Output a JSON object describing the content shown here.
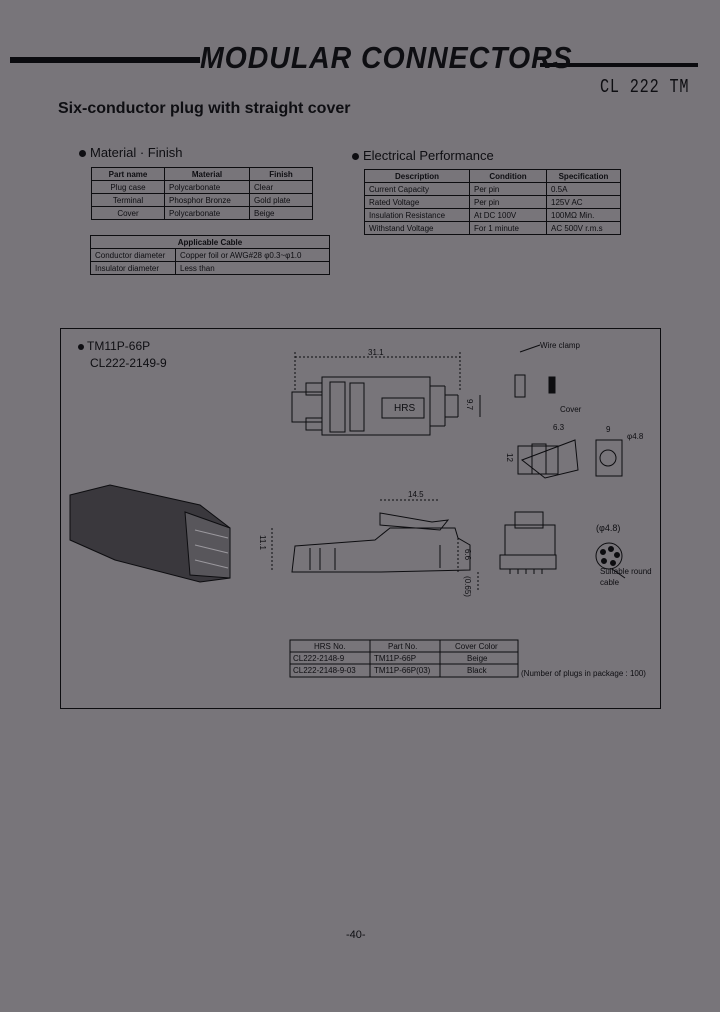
{
  "header": {
    "title": "MODULAR CONNECTORS",
    "series": "CL 222 TM",
    "subtitle": "Six-conductor plug with straight cover"
  },
  "material_finish": {
    "heading": "Material · Finish",
    "columns": [
      "Part name",
      "Material",
      "Finish"
    ],
    "rows": [
      [
        "Plug case",
        "Polycarbonate",
        "Clear"
      ],
      [
        "Terminal",
        "Phosphor Bronze",
        "Gold plate"
      ],
      [
        "Cover",
        "Polycarbonate",
        "Beige"
      ]
    ]
  },
  "applicable_cable": {
    "heading": "Applicable Cable",
    "rows": [
      [
        "Conductor diameter",
        "Copper foil or AWG#28 φ0.3~φ1.0"
      ],
      [
        "Insulator diameter",
        "Less than"
      ]
    ]
  },
  "electrical": {
    "heading": "Electrical Performance",
    "columns": [
      "Description",
      "Condition",
      "Specification"
    ],
    "rows": [
      [
        "Current Capacity",
        "Per pin",
        "0.5A"
      ],
      [
        "Rated Voltage",
        "Per pin",
        "125V AC"
      ],
      [
        "Insulation Resistance",
        "At DC 100V",
        "100MΩ Min."
      ],
      [
        "Withstand Voltage",
        "For 1 minute",
        "AC 500V r.m.s"
      ]
    ]
  },
  "drawing": {
    "part_label": "TM11P-66P",
    "hrs_label": "CL222-2149-9",
    "labels": {
      "wire_clamp": "Wire clamp",
      "cover": "Cover",
      "suitable_cable": "Suitable round cable",
      "phi48": "(φ4.8)",
      "hrs_mark": "HRS"
    },
    "dims": {
      "d311": "31.1",
      "d97": "9.7",
      "d63": "6.3",
      "d9": "9",
      "dphi48": "φ4.8",
      "d12": "12",
      "d145": "14.5",
      "d111": "11.1",
      "d66": "6.6",
      "d065": "(0.65)"
    },
    "order_table": {
      "columns": [
        "HRS No.",
        "Part No.",
        "Cover Color"
      ],
      "rows": [
        [
          "CL222-2148-9",
          "TM11P-66P",
          "Beige"
        ],
        [
          "CL222-2148-9-03",
          "TM11P-66P(03)",
          "Black"
        ]
      ]
    },
    "package_note": "(Number of plugs in package : 100)"
  },
  "footer": {
    "page_number": "-40-"
  }
}
